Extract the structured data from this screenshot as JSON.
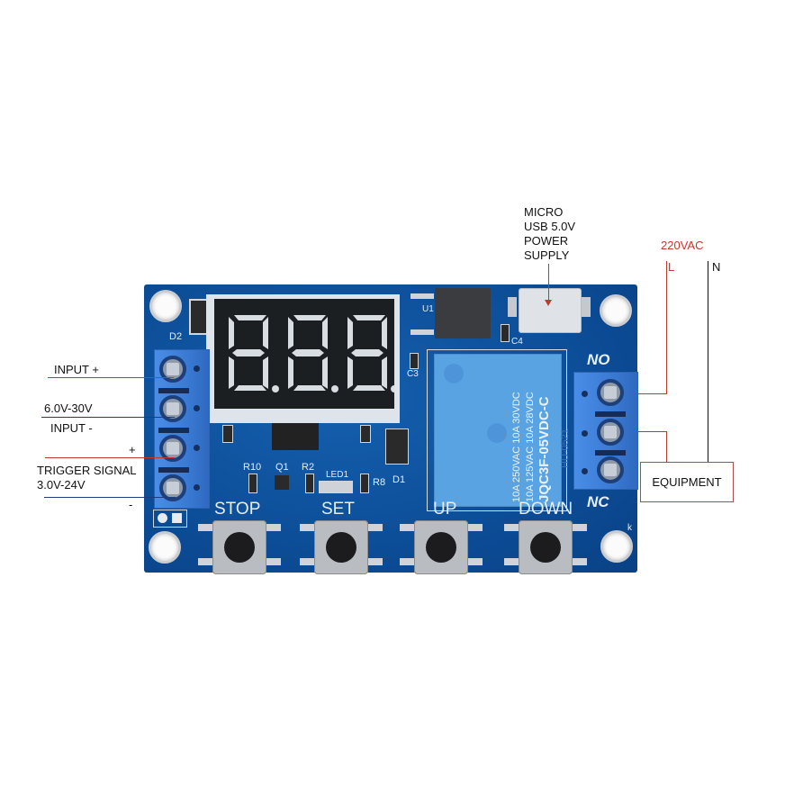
{
  "annotations": {
    "input_plus": "INPUT +",
    "voltage_range": "6.0V-30V",
    "input_minus": "INPUT -",
    "trigger_plus": "+",
    "trigger_signal": "TRIGGER SIGNAL",
    "trigger_range": "3.0V-24V",
    "trigger_minus": "-",
    "usb_line1": "MICRO",
    "usb_line2": "USB 5.0V",
    "usb_line3": "POWER",
    "usb_line4": "SUPPLY",
    "ac_voltage": "220VAC",
    "live": "L",
    "neutral": "N",
    "equipment": "EQUIPMENT"
  },
  "board": {
    "silkscreen": {
      "d2": "D2",
      "u1": "U1",
      "c3": "C3",
      "c4": "C4",
      "r10": "R10",
      "q1": "Q1",
      "r2": "R2",
      "led1": "LED1",
      "r8": "R8",
      "d1": "D1",
      "no": "NO",
      "nc": "NC",
      "k": "k",
      "terminal_code": "HU-0521"
    },
    "buttons": [
      {
        "label": "STOP"
      },
      {
        "label": "SET"
      },
      {
        "label": "UP"
      },
      {
        "label": "DOWN"
      }
    ],
    "relay": {
      "line1": "10A 250VAC  10A  30VDC",
      "line2": "10A 125VAC  10A  28VDC",
      "model": "JQC3F-05VDC-C"
    },
    "display": {
      "digits": [
        "8.",
        "8.",
        "8."
      ]
    }
  },
  "colors": {
    "pcb": "#0d4f9c",
    "terminal": "#3e7fd8",
    "relay": "#5aa3e3",
    "ac_line": "#c0392b"
  }
}
